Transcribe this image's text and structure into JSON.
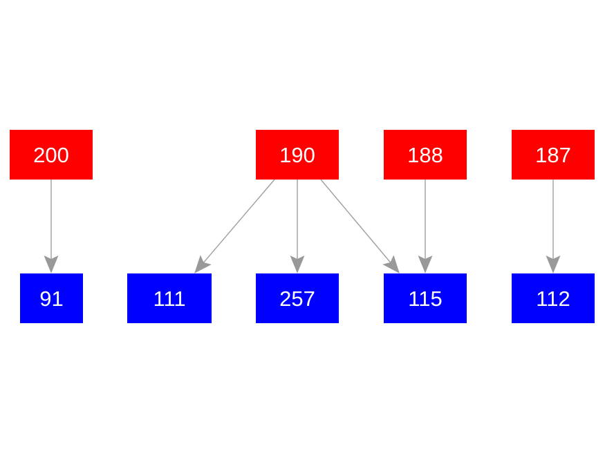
{
  "diagram": {
    "type": "flowchart",
    "background": "#ffffff",
    "colors": {
      "source_node_fill": "#ff0000",
      "target_node_fill": "#0000ff",
      "node_text": "#ffffff",
      "edge_line": "#9e9e9e",
      "arrowhead_fill": "#999999"
    },
    "nodes": [
      {
        "id": "200",
        "label": "200",
        "row": "top"
      },
      {
        "id": "190",
        "label": "190",
        "row": "top"
      },
      {
        "id": "188",
        "label": "188",
        "row": "top"
      },
      {
        "id": "187",
        "label": "187",
        "row": "top"
      },
      {
        "id": "91",
        "label": "91",
        "row": "bottom"
      },
      {
        "id": "111",
        "label": "111",
        "row": "bottom"
      },
      {
        "id": "257",
        "label": "257",
        "row": "bottom"
      },
      {
        "id": "115",
        "label": "115",
        "row": "bottom"
      },
      {
        "id": "112",
        "label": "112",
        "row": "bottom"
      }
    ],
    "edges": [
      {
        "from": "200",
        "to": "91"
      },
      {
        "from": "190",
        "to": "111"
      },
      {
        "from": "190",
        "to": "257"
      },
      {
        "from": "190",
        "to": "115"
      },
      {
        "from": "188",
        "to": "115"
      },
      {
        "from": "187",
        "to": "112"
      }
    ]
  }
}
